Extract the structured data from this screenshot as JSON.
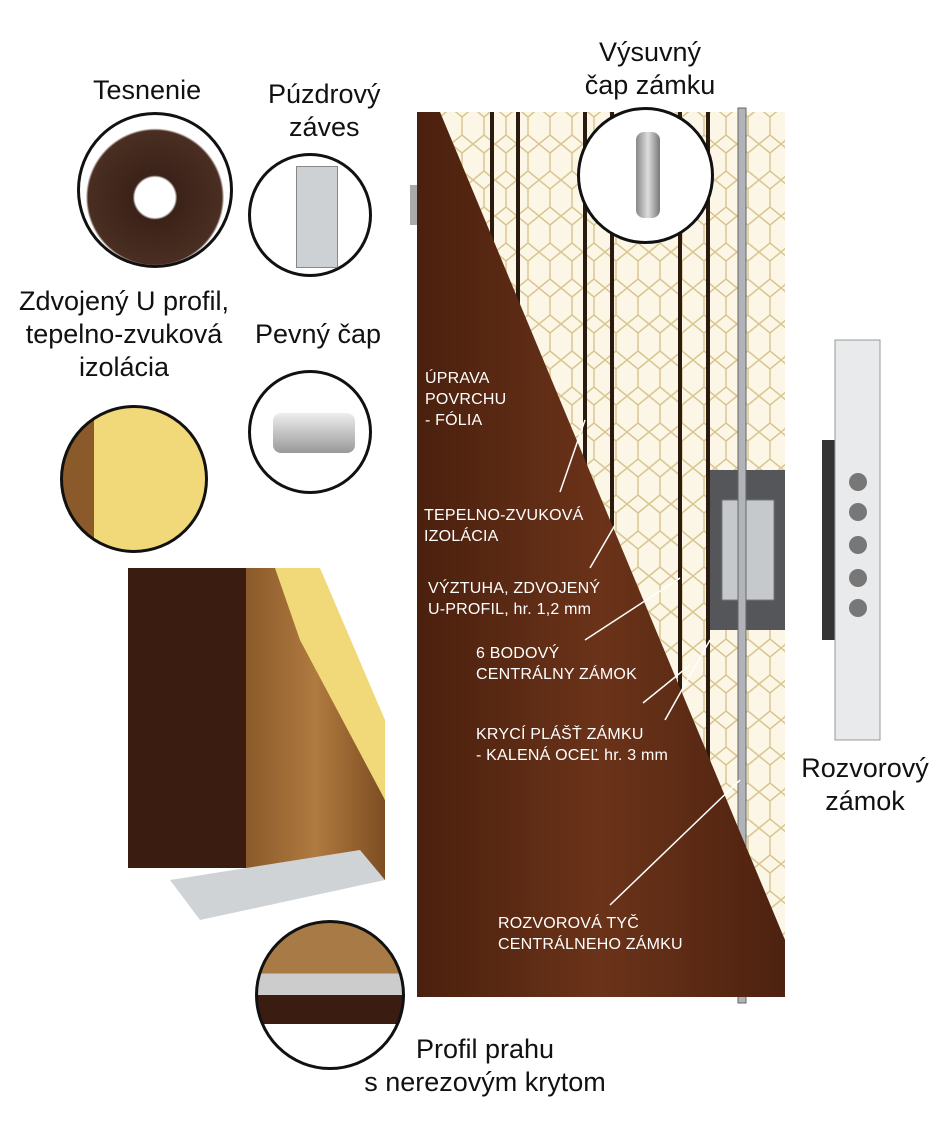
{
  "title_labels": {
    "seal": "Tesnenie",
    "hinge": [
      "Púzdrový",
      "záves"
    ],
    "pin": "Pevný čap",
    "u_profile": [
      "Zdvojený U profil,",
      "tepelno-zvuková",
      "izolácia"
    ],
    "sliding_pin": [
      "Výsuvný",
      "čap zámku"
    ],
    "deadbolt_lock": [
      "Rozvorový",
      "zámok"
    ],
    "threshold": [
      "Profil prahu",
      "s nerezovým krytom"
    ]
  },
  "door_labels": {
    "surface": [
      "ÚPRAVA",
      "POVRCHU",
      "- FÓLIA"
    ],
    "insulation": [
      "TEPELNO-ZVUKOVÁ",
      "IZOLÁCIA"
    ],
    "reinforcement": [
      "VÝZTUHA, ZDVOJENÝ",
      "U-PROFIL, hr. 1,2 mm"
    ],
    "lock": [
      "6 BODOVÝ",
      "CENTRÁLNY ZÁMOK"
    ],
    "lock_cover": [
      "KRYCÍ PLÁŠŤ ZÁMKU",
      "- KALENÁ OCEĽ hr. 3 mm"
    ],
    "rod": [
      "ROZVOROVÁ TYČ",
      "CENTRÁLNEHO ZÁMKU"
    ]
  },
  "colors": {
    "wood": "#5a2a14",
    "cream": "#f4ecd2",
    "steel": "#b8bcc0"
  }
}
